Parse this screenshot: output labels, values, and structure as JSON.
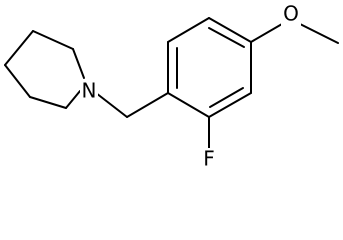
{
  "molecule": {
    "atoms": {
      "nitrogen": "N",
      "fluorine": "F",
      "oxygen": "O"
    },
    "colors": {
      "bond": "#000000",
      "label": "#000000",
      "background": "#ffffff"
    }
  }
}
